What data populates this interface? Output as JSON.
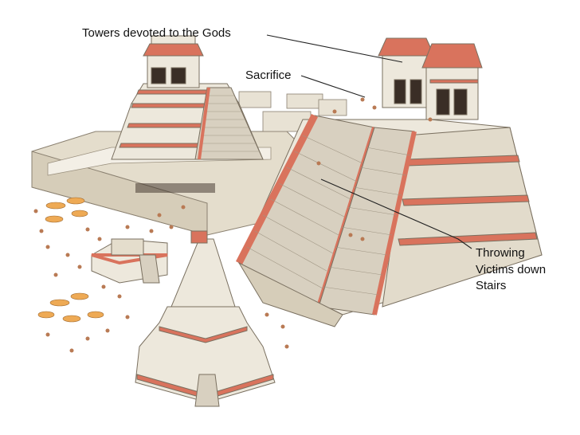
{
  "callouts": {
    "towers": "Towers devoted to the Gods",
    "sacrifice": "Sacrifice",
    "throwing_lines": [
      "Throwing",
      "Victims down",
      "Stairs"
    ]
  },
  "colors": {
    "stone": "#ede8dc",
    "stone_shade": "#d8d0c0",
    "red_band": "#d9735d",
    "dark_door": "#3a2e26",
    "crowd": "#b97a54",
    "umbrella": "#eeaa55",
    "leader_line": "#222222"
  }
}
